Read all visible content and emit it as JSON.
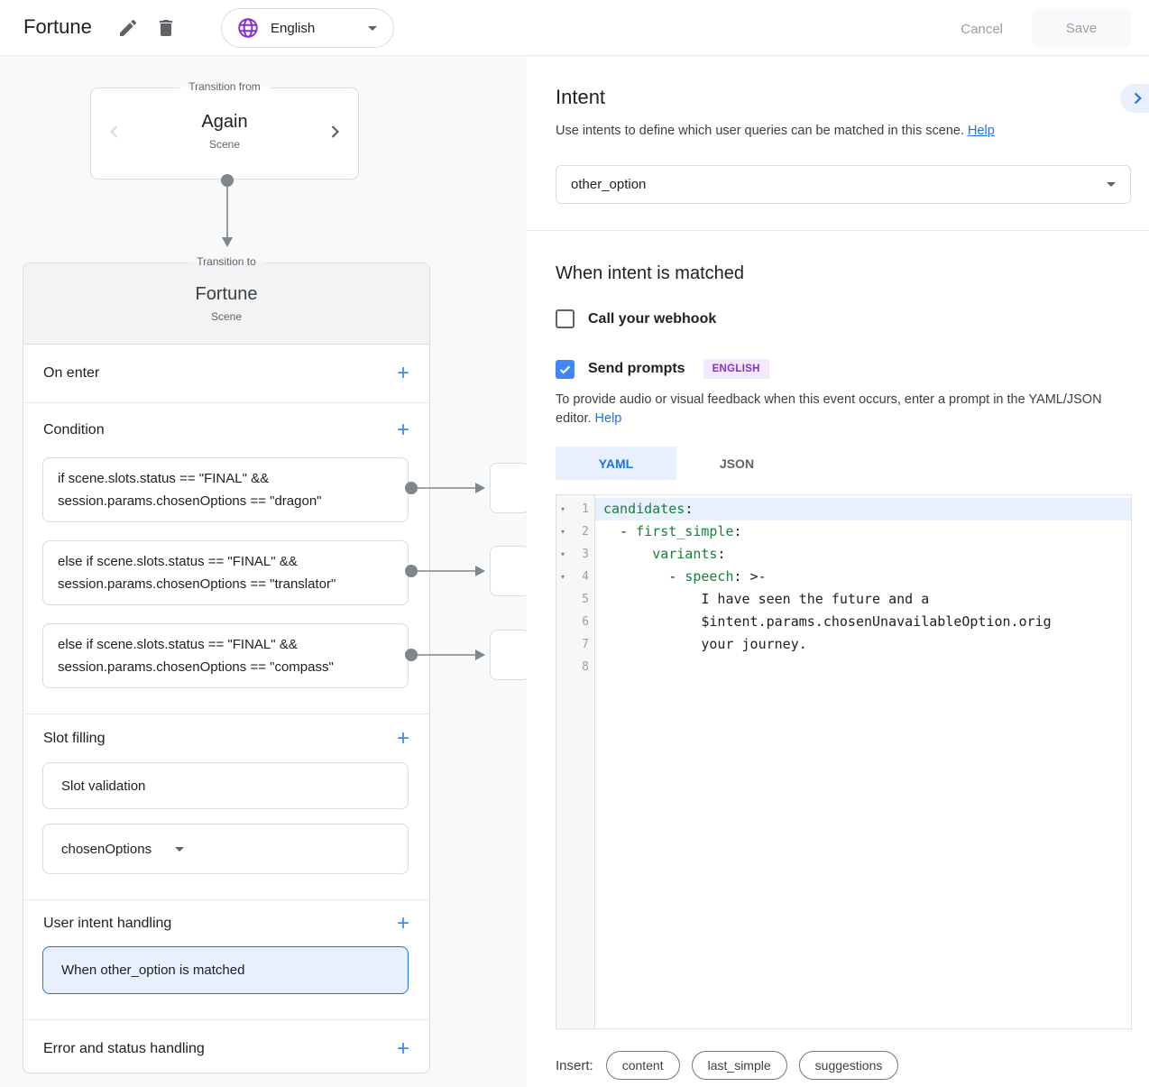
{
  "header": {
    "title": "Fortune",
    "language": "English",
    "cancel_label": "Cancel",
    "save_label": "Save"
  },
  "graph": {
    "add_label": "+",
    "transition_from": {
      "legend": "Transition from",
      "name": "Again",
      "type": "Scene"
    },
    "transition_to": {
      "legend": "Transition to",
      "name": "Fortune",
      "type": "Scene"
    },
    "sections": {
      "on_enter": "On enter",
      "condition": "Condition",
      "slot_filling": "Slot filling",
      "user_intent": "User intent handling",
      "error": "Error and status handling"
    },
    "conditions": [
      "if scene.slots.status == \"FINAL\" &&\nsession.params.chosenOptions == \"dragon\"",
      "else if scene.slots.status == \"FINAL\" &&\nsession.params.chosenOptions == \"translator\"",
      "else if scene.slots.status == \"FINAL\" &&\nsession.params.chosenOptions == \"compass\""
    ],
    "slot_validation_label": "Slot validation",
    "slot_name": "chosenOptions",
    "selected_intent_handler": "When other_option is matched"
  },
  "intent_panel": {
    "title": "Intent",
    "description": "Use intents to define which user queries can be matched in this scene.",
    "help_label": "Help",
    "selected_intent": "other_option",
    "matched_heading": "When intent is matched",
    "webhook_label": "Call your webhook",
    "webhook_checked": false,
    "send_prompts_label": "Send prompts",
    "send_prompts_checked": true,
    "language_badge": "ENGLISH",
    "prompt_description": "To provide audio or visual feedback when this event occurs, enter a prompt in the YAML/JSON editor.",
    "prompt_help_label": "Help",
    "tabs": [
      "YAML",
      "JSON"
    ],
    "active_tab": "YAML",
    "insert_label": "Insert:",
    "insert_options": [
      "content",
      "last_simple",
      "suggestions"
    ]
  },
  "editor": {
    "fold_icon": "▾",
    "lines": [
      {
        "num": 1,
        "fold": true,
        "active": true,
        "tokens": [
          {
            "t": "candidates",
            "c": "key"
          },
          {
            "t": ":",
            "c": "p"
          }
        ]
      },
      {
        "num": 2,
        "fold": true,
        "tokens": [
          {
            "t": "  - ",
            "c": "p"
          },
          {
            "t": "first_simple",
            "c": "key"
          },
          {
            "t": ":",
            "c": "p"
          }
        ]
      },
      {
        "num": 3,
        "fold": true,
        "tokens": [
          {
            "t": "      ",
            "c": "p"
          },
          {
            "t": "variants",
            "c": "key"
          },
          {
            "t": ":",
            "c": "p"
          }
        ]
      },
      {
        "num": 4,
        "fold": true,
        "tokens": [
          {
            "t": "        - ",
            "c": "p"
          },
          {
            "t": "speech",
            "c": "key"
          },
          {
            "t": ": >-",
            "c": "p"
          }
        ]
      },
      {
        "num": 5,
        "tokens": [
          {
            "t": "            I have seen the future and a",
            "c": "p"
          }
        ]
      },
      {
        "num": 6,
        "tokens": [
          {
            "t": "            $intent.params.chosenUnavailableOption.orig",
            "c": "p"
          }
        ]
      },
      {
        "num": 7,
        "tokens": [
          {
            "t": "            your journey.",
            "c": "p"
          }
        ]
      },
      {
        "num": 8,
        "tokens": []
      }
    ]
  },
  "colors": {
    "accent_blue": "#1a73e8",
    "checkbox_blue": "#4285f4",
    "yaml_key_green": "#188038",
    "badge_purple": "#8430ce",
    "selected_bg": "#e8f0fe"
  }
}
